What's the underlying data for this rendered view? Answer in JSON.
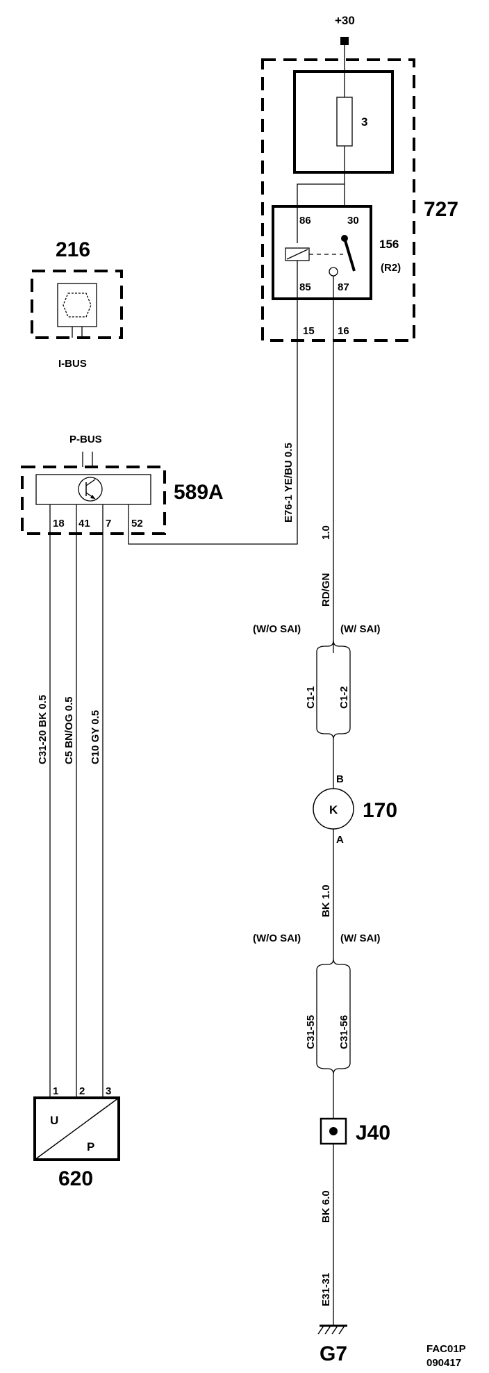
{
  "supply": {
    "label": "+30"
  },
  "relay_box": {
    "id": "727",
    "fuse_label": "3",
    "relay_id": "156",
    "relay_sub": "(R2)",
    "pins": {
      "p86": "86",
      "p30": "30",
      "p85": "85",
      "p87": "87"
    },
    "out_left": "15",
    "out_right": "16"
  },
  "module_216": {
    "id": "216",
    "bus": "I-BUS"
  },
  "module_589a": {
    "id": "589A",
    "bus": "P-BUS",
    "pins": [
      "18",
      "41",
      "7",
      "52"
    ]
  },
  "wires": {
    "relay_ctrl": "E76-1 YE/BU 0.5",
    "feed_gauge": "1.0",
    "feed_color": "RD/GN",
    "bk1": "C31-20   BK  0.5",
    "bn": "C5  BN/OG  0.5",
    "gy": "C10  GY 0.5",
    "ground_gauge": "BK  1.0",
    "main_ground_gauge": "BK  6.0",
    "main_ground_conn": "E31-31"
  },
  "connectors": {
    "top": {
      "wo_sai": "(W/O SAI)",
      "w_sai": "(W/ SAI)",
      "left": "C1-1",
      "right": "C1-2"
    },
    "bottom": {
      "wo_sai": "(W/O SAI)",
      "w_sai": "(W/ SAI)",
      "left": "C31-55",
      "right": "C31-56"
    }
  },
  "pump_170": {
    "id": "170",
    "symbol": "K",
    "pin_b": "B",
    "pin_a": "A"
  },
  "sensor_620": {
    "id": "620",
    "u": "U",
    "p": "P",
    "pins": [
      "1",
      "2",
      "3"
    ]
  },
  "splice": {
    "id": "J40"
  },
  "ground": {
    "id": "G7"
  },
  "footer": {
    "code": "FAC01P",
    "date": "090417"
  },
  "icons": {
    "fuse": "fuse-icon",
    "relay_coil": "relay-coil-icon",
    "transistor": "transistor-icon",
    "ground": "ground-icon",
    "motor": "motor-icon"
  }
}
